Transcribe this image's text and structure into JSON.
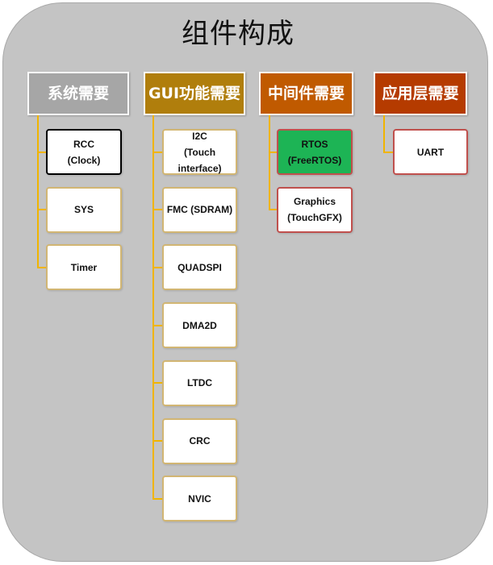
{
  "title": "组件构成",
  "columns": [
    {
      "header": "系统需要",
      "color": "#a6a6a6",
      "items": [
        {
          "label": "RCC\n(Clock)",
          "border": "#000000",
          "fill": "#ffffff"
        },
        {
          "label": "SYS",
          "border": "#d2b673",
          "fill": "#ffffff"
        },
        {
          "label": "Timer",
          "border": "#d2b673",
          "fill": "#ffffff"
        }
      ]
    },
    {
      "header": "GUI功能需要",
      "color": "#b07e0c",
      "items": [
        {
          "label": "I2C\n(Touch\ninterface)",
          "border": "#d2b673",
          "fill": "#ffffff"
        },
        {
          "label": "FMC (SDRAM)",
          "border": "#d2b673",
          "fill": "#ffffff"
        },
        {
          "label": "QUADSPI",
          "border": "#d2b673",
          "fill": "#ffffff"
        },
        {
          "label": "DMA2D",
          "border": "#d2b673",
          "fill": "#ffffff"
        },
        {
          "label": "LTDC",
          "border": "#d2b673",
          "fill": "#ffffff"
        },
        {
          "label": "CRC",
          "border": "#d2b673",
          "fill": "#ffffff"
        },
        {
          "label": "NVIC",
          "border": "#d2b673",
          "fill": "#ffffff"
        }
      ]
    },
    {
      "header": "中间件需要",
      "color": "#c05a00",
      "items": [
        {
          "label": "RTOS\n(FreeRTOS)",
          "border": "#c0504d",
          "fill": "#1db455"
        },
        {
          "label": "Graphics\n(TouchGFX)",
          "border": "#c0504d",
          "fill": "#ffffff"
        }
      ]
    },
    {
      "header": "应用层需要",
      "color": "#b53b00",
      "items": [
        {
          "label": "UART",
          "border": "#c0504d",
          "fill": "#ffffff"
        }
      ]
    }
  ]
}
